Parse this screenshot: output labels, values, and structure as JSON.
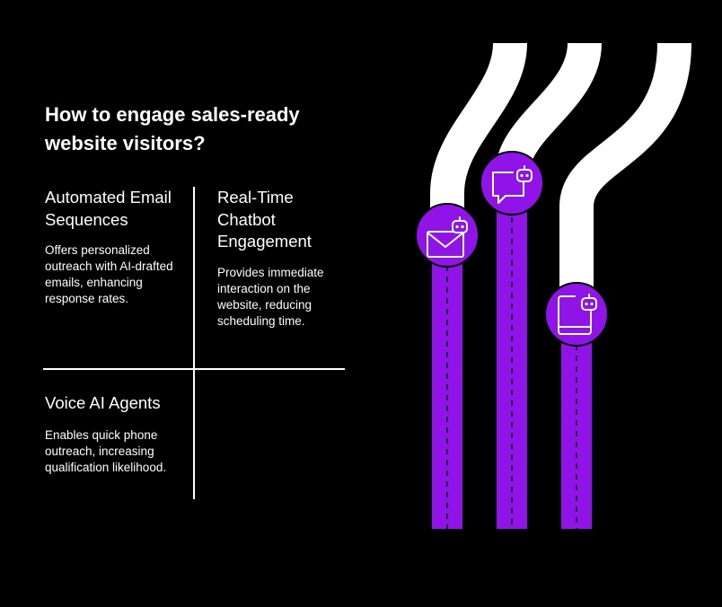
{
  "title": "How to engage sales-ready website visitors?",
  "quadrants": [
    {
      "heading": "Automated Email Sequences",
      "description": "Offers personalized outreach with AI-drafted emails, enhancing response rates."
    },
    {
      "heading": "Real-Time Chatbot Engagement",
      "description": "Provides immediate interaction on the website, reducing scheduling time."
    },
    {
      "heading": "Voice AI Agents",
      "description": "Enables quick phone outreach, increasing qualification likelihood."
    }
  ],
  "icons": [
    "email-bot-icon",
    "chat-bot-icon",
    "phone-bot-icon"
  ],
  "colors": {
    "background": "#000000",
    "text": "#ffffff",
    "accent": "#9013e8",
    "path": "#ffffff"
  }
}
